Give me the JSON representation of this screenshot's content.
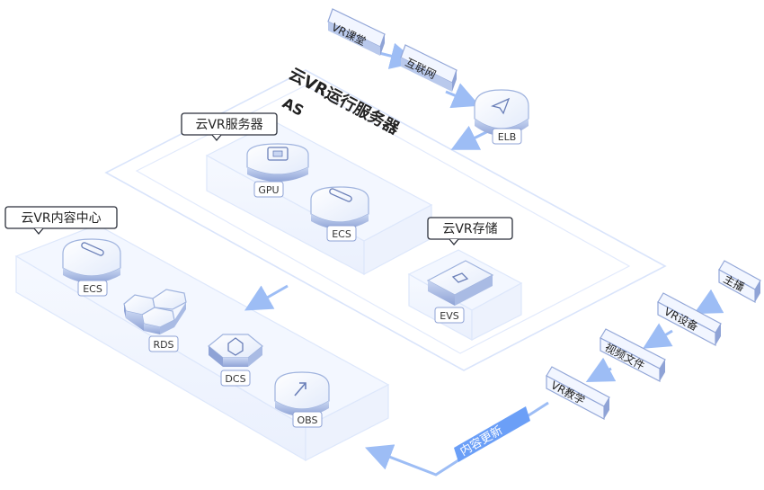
{
  "top_chain": {
    "vr_classroom": "VR课堂",
    "internet": "互联网",
    "elb": "ELB"
  },
  "cloud_vr_run_server": {
    "title": "云VR运行服务器",
    "as_label": "AS"
  },
  "cloud_vr_server": {
    "callout": "云VR服务器",
    "gpu": "GPU",
    "ecs": "ECS"
  },
  "cloud_vr_storage": {
    "callout": "云VR存储",
    "evs": "EVS"
  },
  "content_center": {
    "callout": "云VR内容中心",
    "ecs": "ECS",
    "rds": "RDS",
    "dcs": "DCS",
    "obs": "OBS"
  },
  "right_chain": {
    "host": "主播",
    "vr_device": "VR设备",
    "video_file": "视频文件",
    "vr_teaching": "VR教学"
  },
  "update_banner": "内容更新",
  "colors": {
    "accent_blue": "#6b9ff7",
    "border_line": "#dbe6fb",
    "tile_top": "#e8efff",
    "tile_side": "#9fb3de",
    "text_dark": "#222222"
  }
}
